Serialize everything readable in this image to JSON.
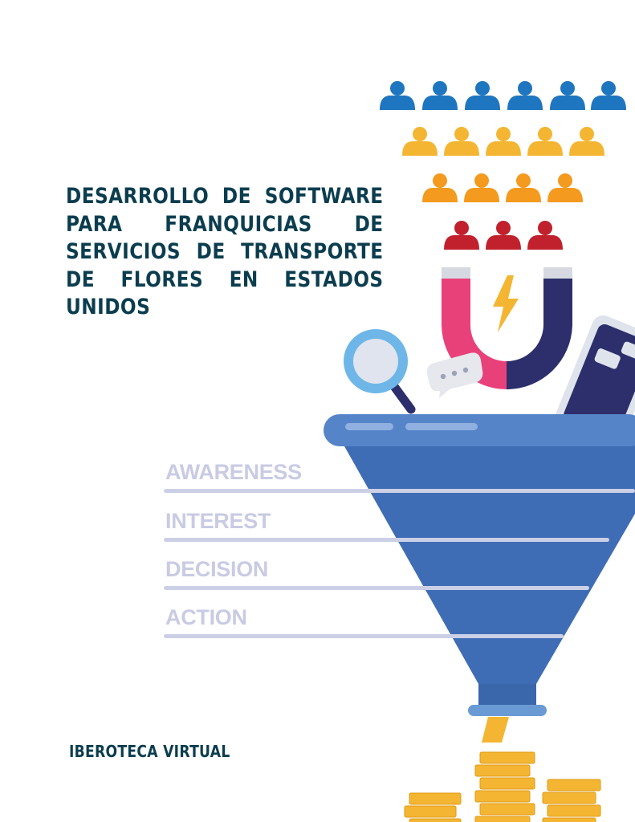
{
  "document": {
    "title": "DESARROLLO DE SOFTWARE PARA FRANQUICIAS DE SERVICIOS DE TRANSPORTE DE FLORES EN ESTADOS UNIDOS",
    "publisher": "IBEROTECA VIRTUAL"
  },
  "funnel": {
    "stages": [
      "AWARENESS",
      "INTEREST",
      "DECISION",
      "ACTION"
    ]
  },
  "colors": {
    "title_text": "#0b3d4f",
    "stage_text": "#c9cbe4",
    "people_row_1": "#1f76c0",
    "people_row_2": "#f4b632",
    "people_row_3": "#f39a1f",
    "people_row_4": "#c0212c",
    "funnel": "#3f6db5",
    "coins": "#f4b632"
  },
  "icons": [
    "person-icon",
    "magnet-icon",
    "lightning-icon",
    "magnifier-icon",
    "chat-bubble-icon",
    "smartphone-icon",
    "coin-stack-icon"
  ]
}
